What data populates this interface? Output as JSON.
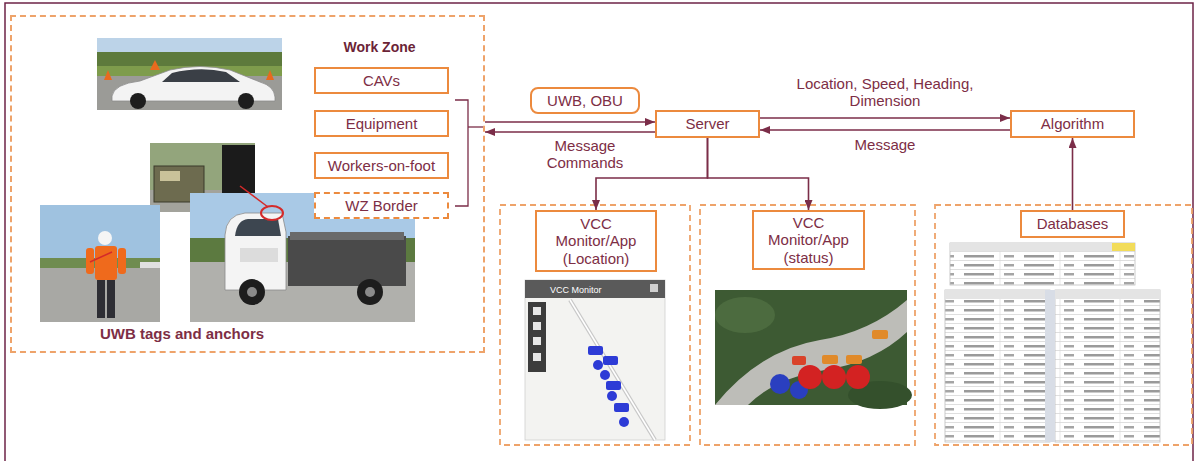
{
  "diagram": {
    "nodes": [
      {
        "text": [
          "Work Zone",
          "UWB tags and anchors"
        ]
      },
      {
        "text": [
          "CAVs"
        ],
        "in": 0
      },
      {
        "text": [
          "Equipment"
        ],
        "in": 0
      },
      {
        "text": [
          "Workers-on-foot"
        ],
        "in": 0
      },
      {
        "text": [
          "WZ Border"
        ],
        "in": 0
      },
      {
        "text": [
          "UWB, OBU"
        ]
      },
      {
        "text": [
          "Server"
        ]
      },
      {
        "text": [
          "Algorithm"
        ]
      },
      {
        "text": [
          "VCC Monitor/App (Location)"
        ]
      },
      {
        "text": [
          "VCC Monitor/App (status)"
        ]
      },
      {
        "text": [
          "Databases"
        ]
      }
    ],
    "edges": [
      {
        "from": 0,
        "to": 6,
        "arrow": "to"
      },
      {
        "from": 6,
        "to": 0,
        "label": "Message Commands",
        "arrow": "to"
      },
      {
        "from": 6,
        "to": 7,
        "label": "Location, Speed, Heading, Dimension",
        "arrow": "to"
      },
      {
        "from": 7,
        "to": 6,
        "label": "Message",
        "arrow": "to"
      },
      {
        "from": 6,
        "to": 8,
        "arrow": "to"
      },
      {
        "from": 6,
        "to": 9,
        "arrow": "to"
      },
      {
        "from": 10,
        "to": 7,
        "arrow": "to"
      }
    ],
    "labels": [
      "VCC Monitor"
    ]
  }
}
